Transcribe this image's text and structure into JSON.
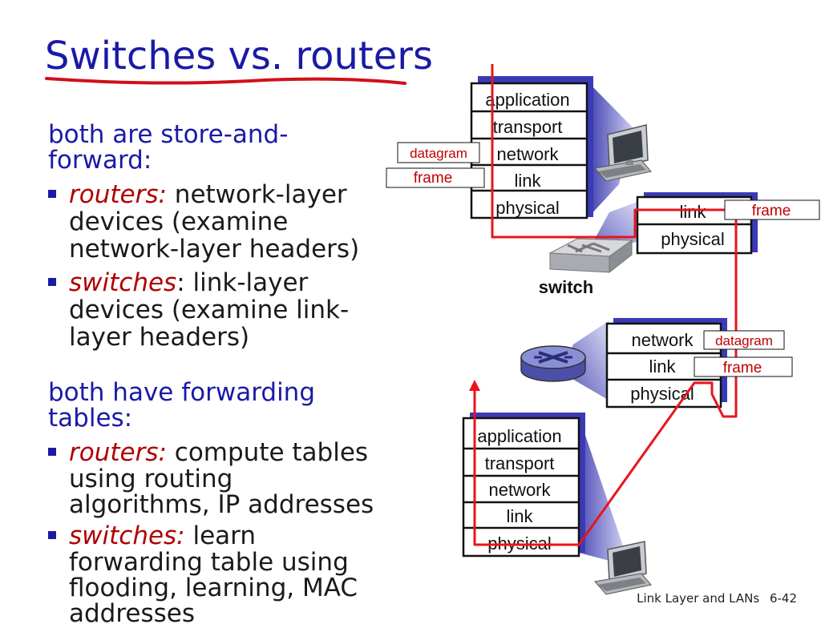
{
  "slide": {
    "title": "Switches vs. routers",
    "footer_section": "Link Layer and LANs",
    "footer_page": "6-42"
  },
  "left": {
    "h1": "both are store-and-forward:",
    "h1_line1": "both are store-and-",
    "h1_line2": "forward:",
    "b1_term": "routers:",
    "b1_l1": " network-layer",
    "b1_l2": "devices (examine",
    "b1_l3": "network-layer headers)",
    "b2_term": "switches",
    "b2_colon": ":",
    "b2_l1": " link-layer",
    "b2_l2": "devices (examine link-",
    "b2_l3": "layer headers)",
    "h2_line1": "both have forwarding",
    "h2_line2": "tables:",
    "b3_term": "routers:",
    "b3_l1": " compute tables",
    "b3_l2": "using routing",
    "b3_l3": "algorithms, IP addresses",
    "b4_term": "switches:",
    "b4_l1": " learn",
    "b4_l2": "forwarding table using",
    "b4_l3": "flooding, learning, MAC",
    "b4_l4": "addresses"
  },
  "diagram": {
    "host_top_layers": [
      "application",
      "transport",
      "network",
      "link",
      "physical"
    ],
    "switch_layers": [
      "link",
      "physical"
    ],
    "switch_label": "switch",
    "router_layers": [
      "network",
      "link",
      "physical"
    ],
    "host_bottom_layers": [
      "application",
      "transport",
      "network",
      "link",
      "physical"
    ],
    "tag_datagram": "datagram",
    "tag_frame": "frame",
    "colors": {
      "path": "#e8141e",
      "stack_shadow": "#3a3ab8",
      "tag_text": "#c00000",
      "title": "#1a1aa6"
    }
  }
}
